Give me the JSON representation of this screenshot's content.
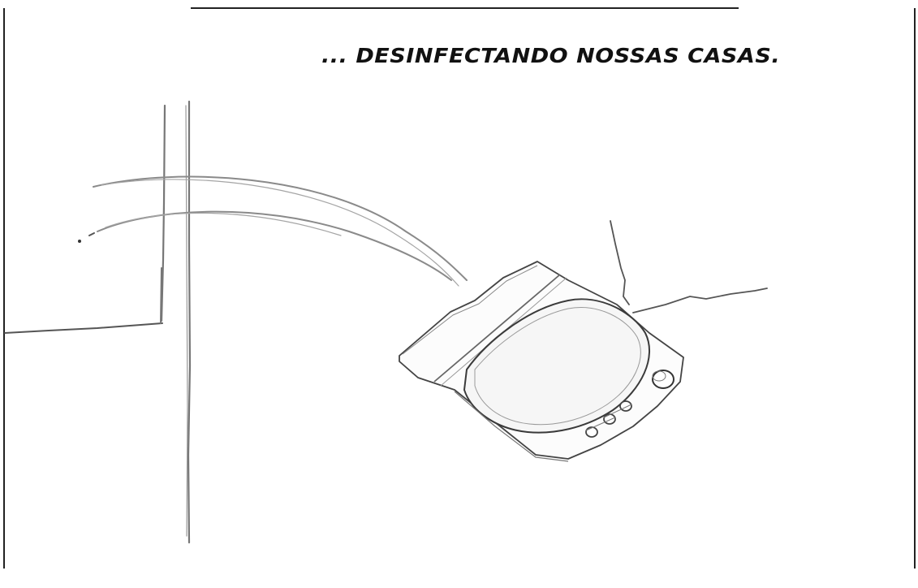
{
  "caption": {
    "text": "... DESINFECTANDO NOSSAS CASAS."
  },
  "illustration": {
    "subject": "washing-machine",
    "style": "pencil-sketch"
  },
  "colors": {
    "ink": "#111111",
    "pencil": "#8a8a8a",
    "background": "#ffffff"
  }
}
